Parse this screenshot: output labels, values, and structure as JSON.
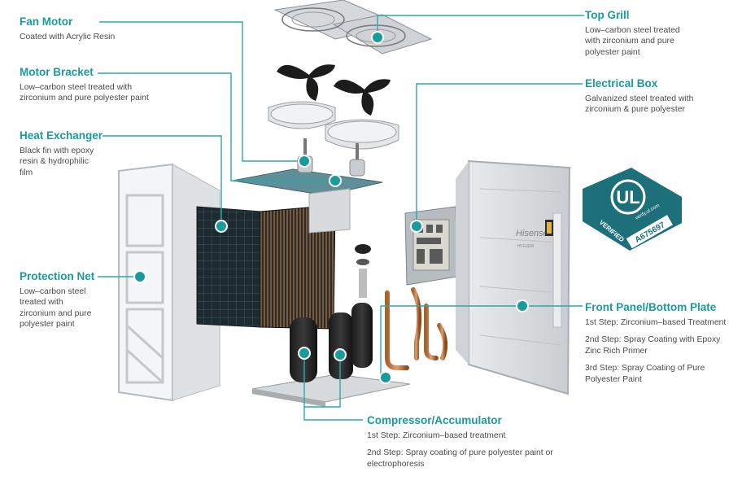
{
  "colors": {
    "accent": "#1a9a9a",
    "text": "#4a4a4a",
    "line": "#2aa9a9"
  },
  "callouts": {
    "fan_motor": {
      "title": "Fan Motor",
      "desc": [
        "Coated with Acrylic Resin"
      ]
    },
    "motor_bracket": {
      "title": "Motor Bracket",
      "desc": [
        "Low–carbon steel treated with",
        "zirconium and pure polyester paint"
      ]
    },
    "heat_exchanger": {
      "title": "Heat Exchanger",
      "desc": [
        "Black fin with epoxy",
        "resin & hydrophilic",
        "film"
      ]
    },
    "protection_net": {
      "title": "Protection Net",
      "desc": [
        "Low–carbon steel",
        "treated with",
        "zirconium and pure",
        "polyester paint"
      ]
    },
    "top_grill": {
      "title": "Top Grill",
      "desc": [
        "Low–carbon steel treated",
        "with zirconium and pure",
        "polyester paint"
      ]
    },
    "electrical_box": {
      "title": "Electrical Box",
      "desc": [
        "Galvanized steel treated with",
        "zirconium & pure polyester"
      ]
    },
    "front_panel": {
      "title": "Front Panel/Bottom Plate",
      "steps": [
        "1st Step: Zirconium–based Treatment",
        "2nd Step: Spray Coating with Epoxy Zinc Rich Primer",
        "3rd Step: Spray Coating of Pure Polyester Paint"
      ]
    },
    "compressor": {
      "title": "Compressor/Accumulator",
      "steps": [
        "1st Step: Zirconium–based treatment",
        "2nd Step: Spray coating of pure polyester paint or electrophoresis"
      ]
    }
  },
  "ul_badge": {
    "mark": "UL",
    "top_text": "VERIFIED",
    "side_text": "verify.ul.com",
    "code": "A675697"
  },
  "brand": {
    "name": "Hisense",
    "model": "HI FLEXI"
  }
}
